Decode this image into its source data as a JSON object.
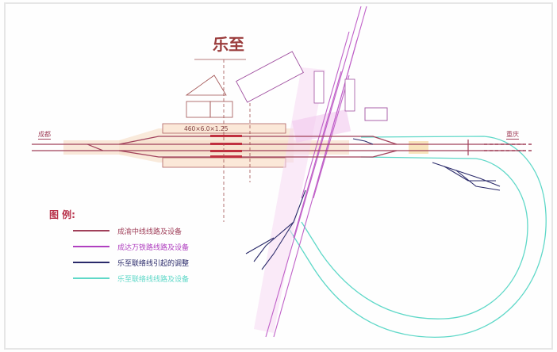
{
  "station": {
    "name": "乐至"
  },
  "directions": {
    "west": "成都",
    "east": "重庆"
  },
  "platform": {
    "label": "460×6.0×1.25"
  },
  "legend": {
    "title": "图 例:",
    "items": [
      {
        "label": "成渝中线线路及设备",
        "color": "#a0405a"
      },
      {
        "label": "成达万铁路线路及设备",
        "color": "#b040c0"
      },
      {
        "label": "乐至联络线引起的调整",
        "color": "#2a2a6a"
      },
      {
        "label": "乐至联络线线路及设备",
        "color": "#5fd8c8"
      }
    ]
  },
  "colors": {
    "main_line": "#a0405a",
    "cdw_line": "#c060c8",
    "adjust_line": "#2a2a6a",
    "link_line": "#5fd8c8",
    "platform_fill": "#f5d9c0"
  }
}
